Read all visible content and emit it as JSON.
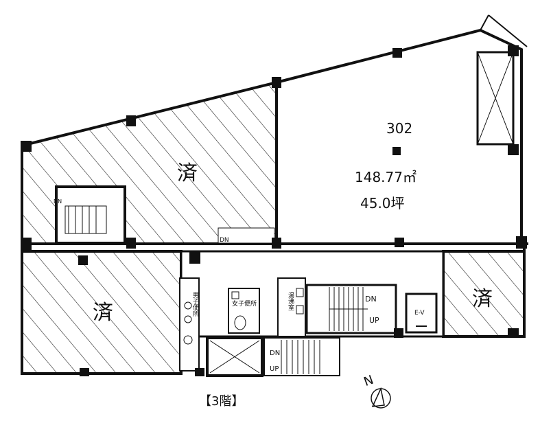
{
  "floor_label": "【3階】",
  "units": [
    {
      "id": "unit-upper-left",
      "label": "済",
      "status": "occupied"
    },
    {
      "id": "unit-302",
      "number": "302",
      "area_sqm": "148.77㎡",
      "area_tsubo": "45.0坪",
      "status": "available"
    },
    {
      "id": "unit-lower-left",
      "label": "済",
      "status": "occupied"
    },
    {
      "id": "unit-lower-right",
      "label": "済",
      "status": "occupied"
    }
  ],
  "rooms": {
    "womens_toilet": "女子便所",
    "mens_toilet": "男子便所",
    "kitchenette": "湯沸室",
    "elevator": "E-V"
  },
  "stairs": {
    "dn": "DN",
    "up": "UP"
  },
  "compass": {
    "north": "N"
  },
  "colors": {
    "line": "#111111",
    "background": "#ffffff"
  }
}
